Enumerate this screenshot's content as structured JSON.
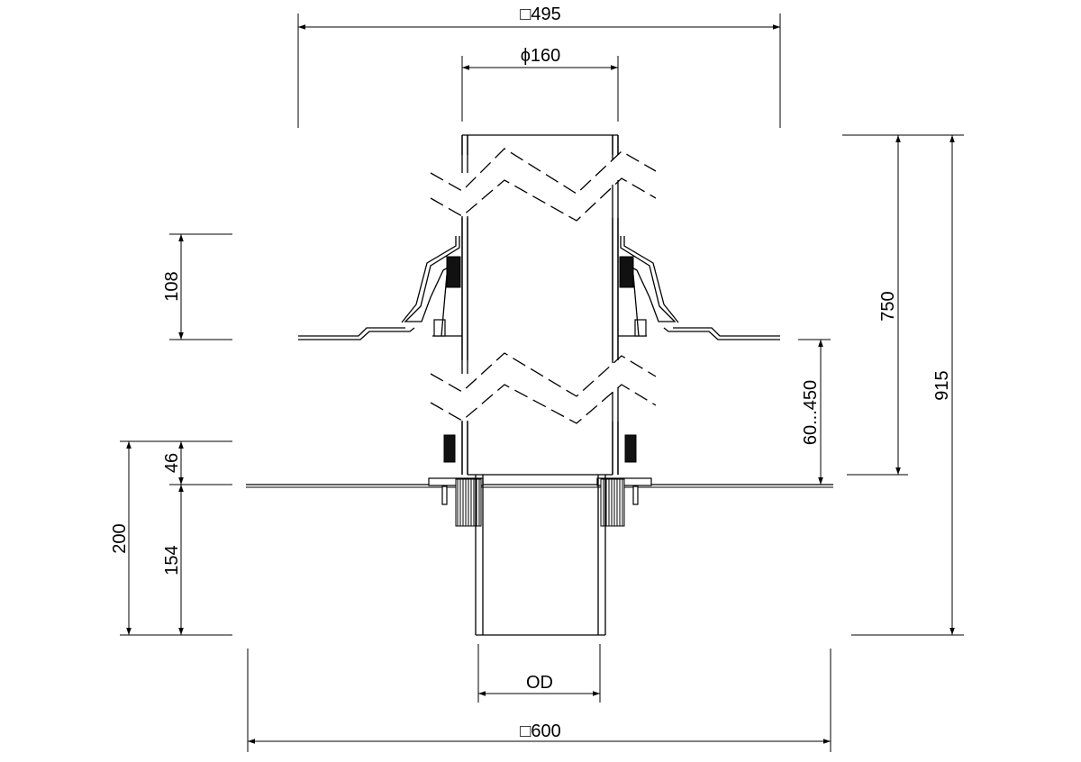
{
  "dimensions": {
    "top_width": "□495",
    "pipe_diameter": "ϕ160",
    "flange_height": "108",
    "adjust_range": "60...450",
    "pipe_length": "750",
    "total_height": "915",
    "upper_lower_height": "46",
    "body_height": "154",
    "outlet_height": "200",
    "outlet_diameter": "OD",
    "base_width": "□600"
  }
}
